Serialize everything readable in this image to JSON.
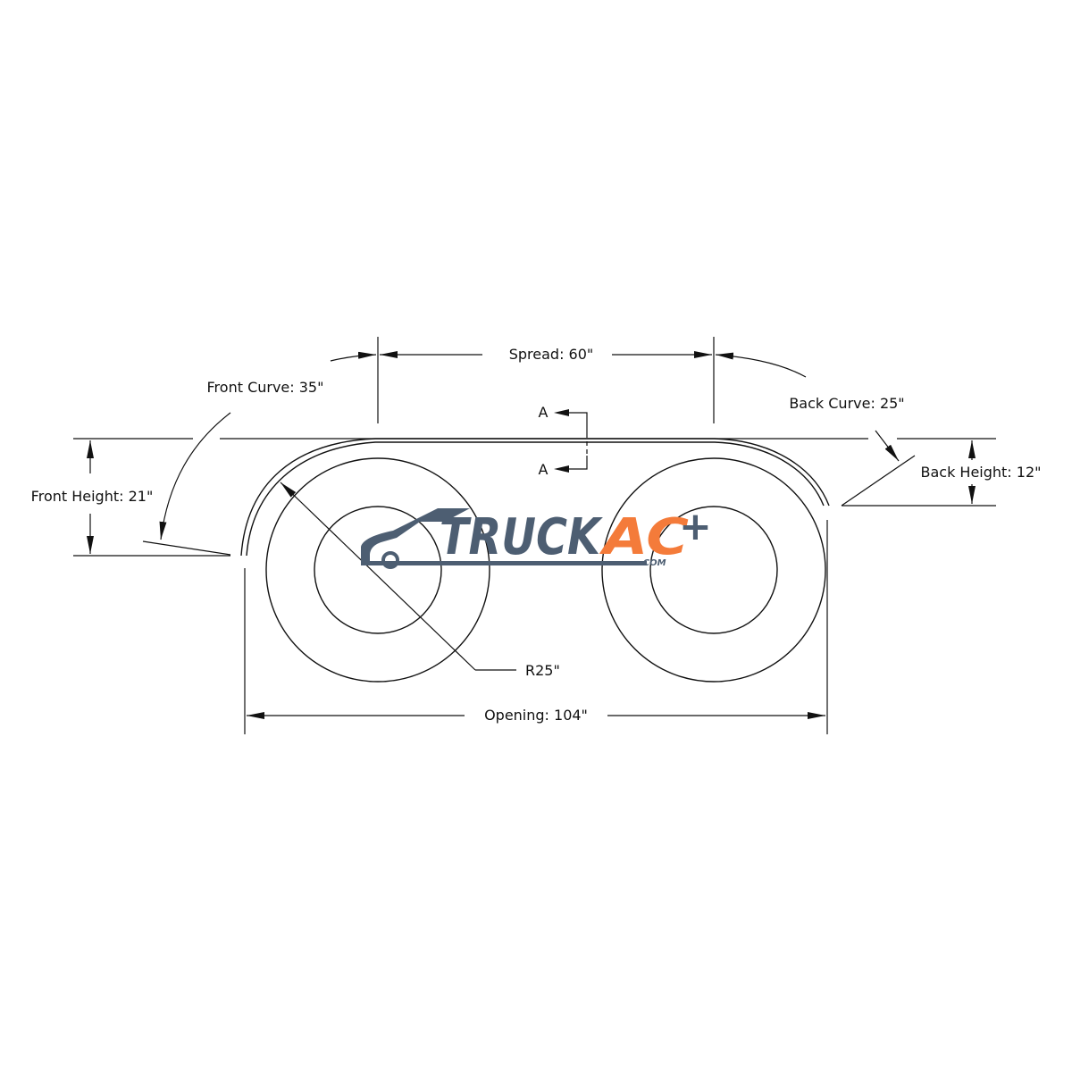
{
  "labels": {
    "spread": "Spread: 60\"",
    "front_curve": "Front Curve: 35\"",
    "back_curve": "Back Curve: 25\"",
    "front_height": "Front Height: 21\"",
    "back_height": "Back Height: 12\"",
    "radius": "R25\"",
    "opening": "Opening: 104\"",
    "section_top": "A",
    "section_bottom": "A"
  },
  "logo": {
    "word1": "TRUCK",
    "word2": "AC",
    "plus": "+",
    "suffix": ".COM",
    "color_dark": "#4d5e72",
    "color_accent": "#f47b3a"
  }
}
